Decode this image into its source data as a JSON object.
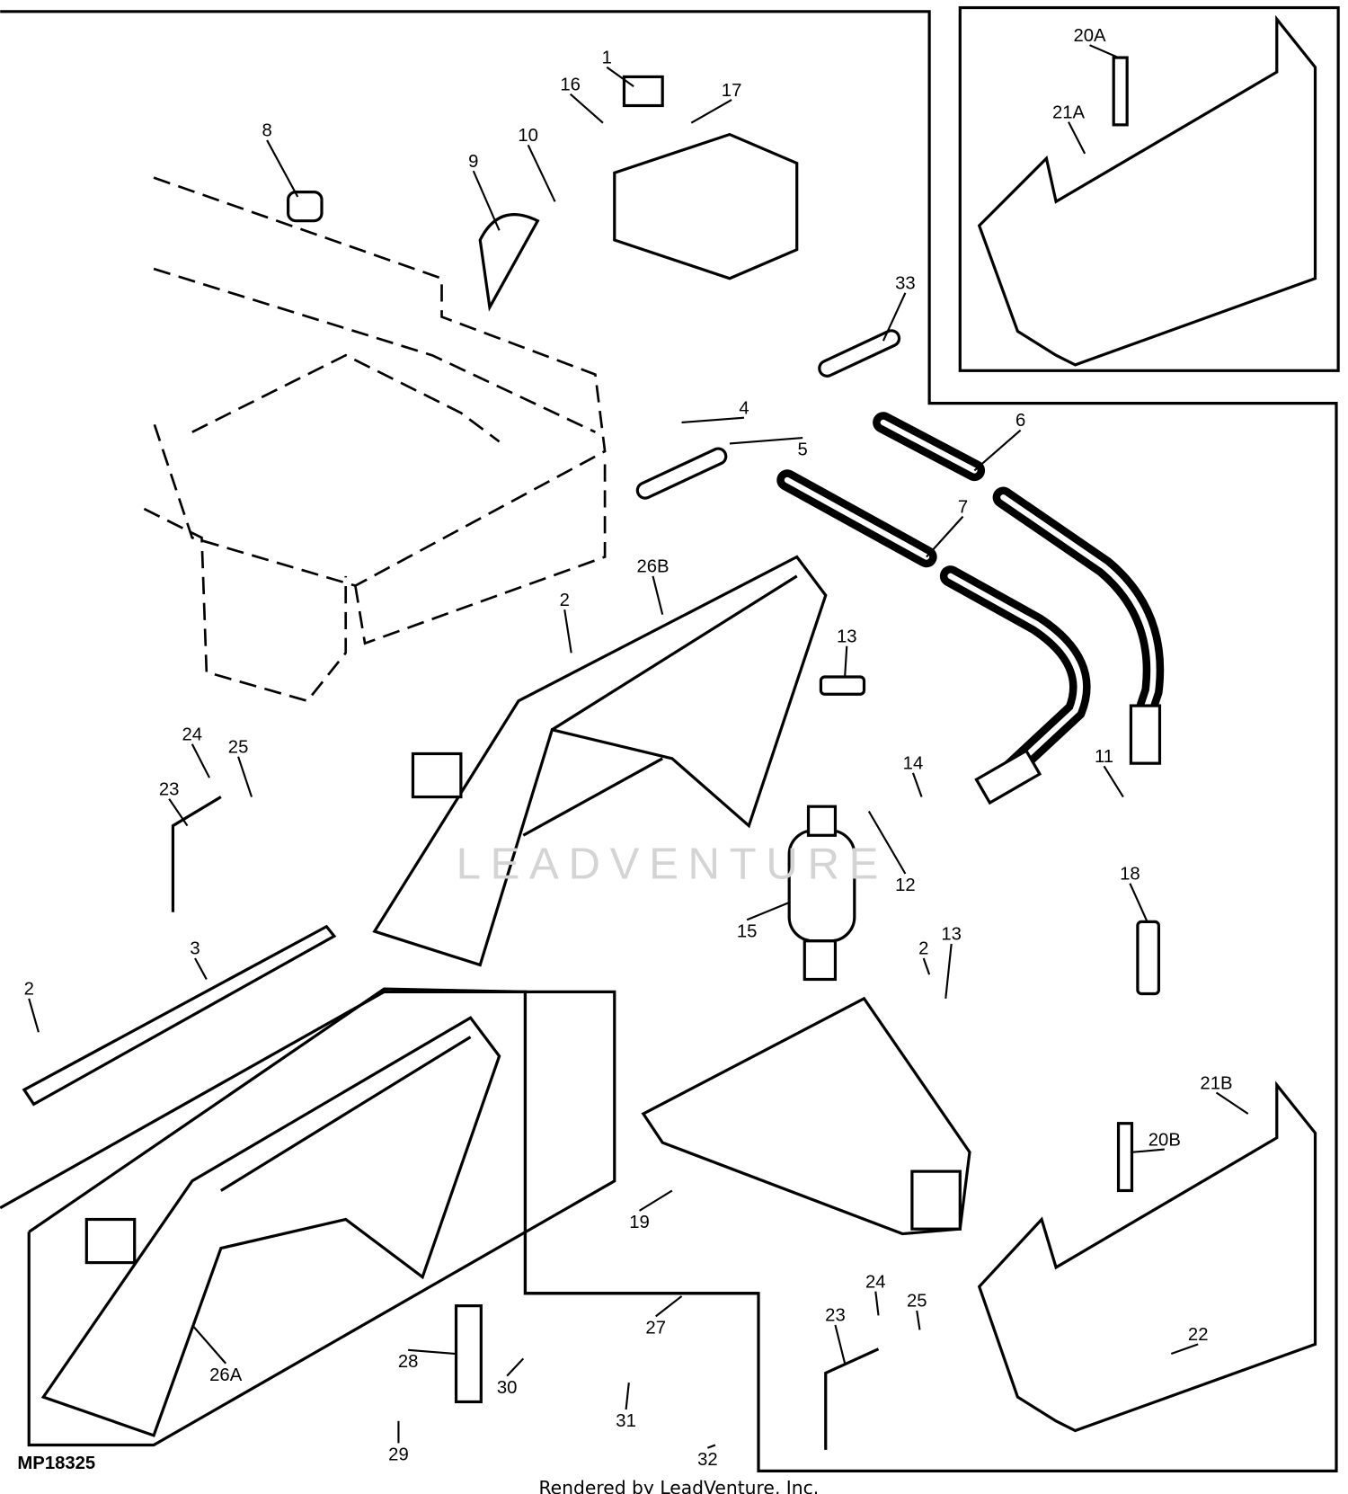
{
  "diagram": {
    "drawing_code": "MP18325",
    "credit": "Rendered by LeadVenture, Inc.",
    "watermark": "LEADVENTURE",
    "callouts": [
      "1",
      "16",
      "17",
      "8",
      "9",
      "10",
      "33",
      "4",
      "5",
      "6",
      "7",
      "26B",
      "2",
      "13",
      "24",
      "25",
      "23",
      "14",
      "11",
      "12",
      "15",
      "18",
      "3",
      "2",
      "2",
      "13",
      "20A",
      "21A",
      "21B",
      "20B",
      "19",
      "24",
      "25",
      "23",
      "22",
      "27",
      "26A",
      "28",
      "30",
      "31",
      "29",
      "32"
    ]
  }
}
